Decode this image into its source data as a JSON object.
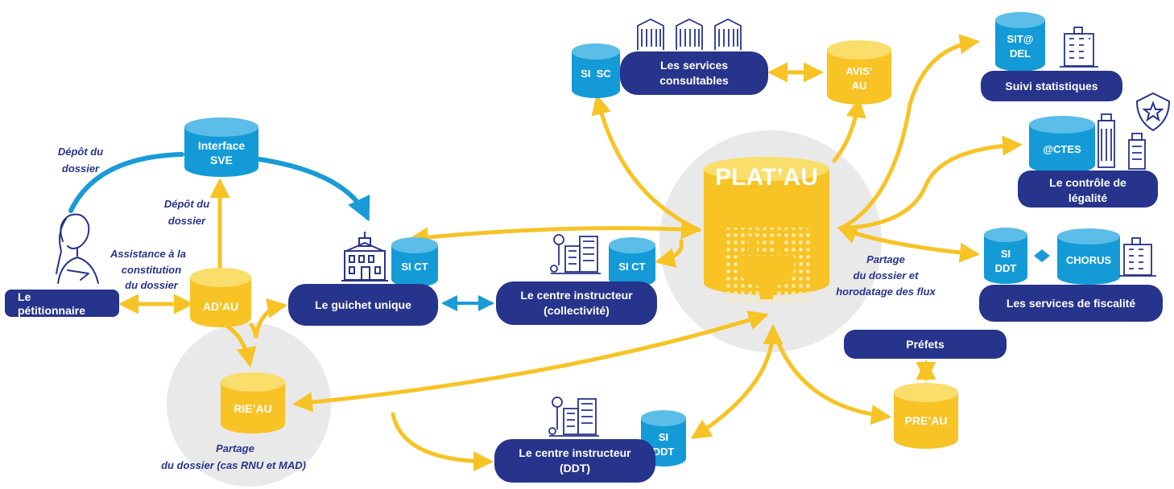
{
  "colors": {
    "navy": "#27348B",
    "blue": "#1A9BD7",
    "yellow": "#F7C325",
    "grey_halo": "#E9E9E9"
  },
  "nodes": {
    "plat_au": "PLAT’AU",
    "petitionnaire": [
      "Le",
      "pétitionnaire"
    ],
    "interface_sve": [
      "Interface",
      "SVE"
    ],
    "ad_au": "AD’AU",
    "rie_au": "RIE’AU",
    "guichet_unique": "Le guichet unique",
    "si_ct_guichet": "SI CT",
    "centre_collectivite": [
      "Le centre instructeur",
      "(collectivité)"
    ],
    "si_ct_centre": "SI CT",
    "centre_ddt": [
      "Le centre instructeur",
      "(DDT)"
    ],
    "si_ddt_centre": [
      "SI",
      "DDT"
    ],
    "si_sc": "SI  SC",
    "services_consultables": [
      "Les services",
      "consultables"
    ],
    "avis_au": [
      "AVIS’",
      "AU"
    ],
    "sitadel": [
      "SIT@",
      "DEL"
    ],
    "suivi_statistiques": "Suivi statistiques",
    "actes": "@CTES",
    "controle_legalite": [
      "Le contrôle de",
      "légalité"
    ],
    "si_ddt_fiscalite": [
      "SI",
      "DDT"
    ],
    "chorus": "CHORUS",
    "services_fiscalite": "Les services de fiscalité",
    "prefets": "Préfets",
    "pre_au": "PRE’AU"
  },
  "annotations": {
    "depot_sve": [
      "Dépôt du",
      "dossier"
    ],
    "depot_adau": [
      "Dépôt du",
      "dossier"
    ],
    "assistance": [
      "Assistance à la",
      "constitution",
      "du dossier"
    ],
    "partage_rie": [
      "Partage",
      "du dossier (cas RNU et MAD)"
    ],
    "partage_plat": [
      "Partage",
      "du dossier et",
      "horodatage des flux"
    ]
  },
  "icons": [
    "person-icon",
    "town-hall-icon",
    "city-buildings-icon",
    "office-building-icon",
    "police-badge-icon",
    "plug-icon"
  ]
}
